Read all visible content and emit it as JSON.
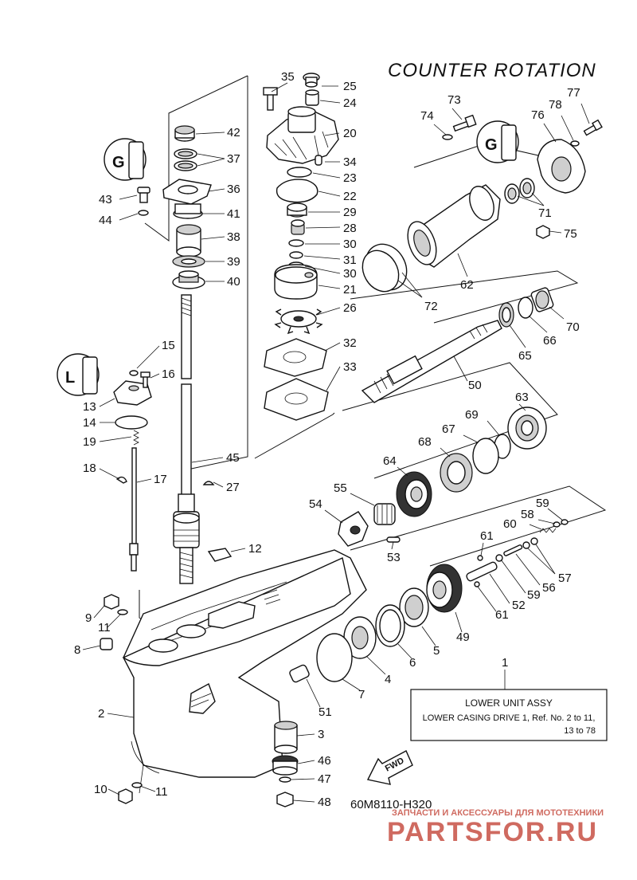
{
  "title": "COUNTER ROTATION",
  "drawing_code": "60M8110-H320",
  "info_box": {
    "ref_number": "1",
    "heading": "LOWER UNIT ASSY",
    "line1": "LOWER CASING DRIVE 1,   Ref. No. 2 to 11,",
    "line2": "13 to 78"
  },
  "fwd_label": "FWD",
  "watermark": {
    "caption": "ЗАПЧАСТИ И АКСЕССУАРЫ ДЛЯ МОТОТЕХНИКИ",
    "brand": "PARTSFOR.RU",
    "color": "#c0392b"
  },
  "callouts": [
    "35",
    "25",
    "24",
    "20",
    "34",
    "23",
    "22",
    "29",
    "28",
    "30",
    "31",
    "30",
    "21",
    "26",
    "32",
    "33",
    "42",
    "37",
    "36",
    "41",
    "38",
    "39",
    "40",
    "43",
    "44",
    "15",
    "16",
    "13",
    "14",
    "19",
    "18",
    "17",
    "45",
    "27",
    "12",
    "9",
    "11",
    "8",
    "2",
    "3",
    "46",
    "47",
    "48",
    "10",
    "11",
    "73",
    "74",
    "77",
    "78",
    "76",
    "71",
    "75",
    "62",
    "72",
    "70",
    "66",
    "65",
    "50",
    "63",
    "69",
    "67",
    "68",
    "64",
    "55",
    "54",
    "53",
    "59",
    "58",
    "60",
    "57",
    "61",
    "56",
    "59",
    "52",
    "61",
    "49",
    "5",
    "6",
    "4",
    "7",
    "51",
    "1"
  ]
}
